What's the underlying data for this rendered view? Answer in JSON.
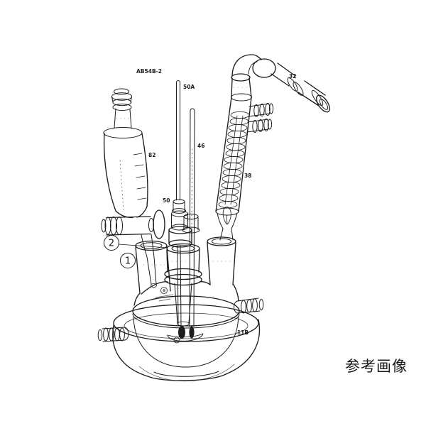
{
  "page": {
    "background_color": "#ffffff",
    "caption_text": "参考画像",
    "caption_color": "#1a1a1a"
  },
  "diagram": {
    "ink_color": "#1d1d1d",
    "model_label": "AB54B-2",
    "part_labels": [
      {
        "part": "stirrer-rod",
        "text": "50A"
      },
      {
        "part": "distillation-adapter",
        "text": "32"
      },
      {
        "part": "dropping-funnel",
        "text": "82"
      },
      {
        "part": "thermometer",
        "text": "46"
      },
      {
        "part": "coil-condenser",
        "text": "38"
      },
      {
        "part": "stirrer-bearing",
        "text": "50"
      },
      {
        "part": "separable-flask-bath",
        "text": "11B"
      }
    ],
    "callouts": [
      {
        "part": "center-glass-joint",
        "number": "2"
      },
      {
        "part": "side-glass-joint",
        "number": "1"
      }
    ]
  }
}
